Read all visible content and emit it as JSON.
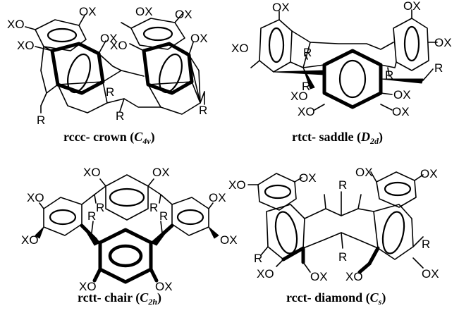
{
  "substituents": {
    "ox": "OX",
    "xo": "XO",
    "r": "R"
  },
  "panels": [
    {
      "name": "rccc- crown",
      "prefix": "rccc- crown (",
      "sym": "C",
      "sub": "4v",
      "suffix": ")"
    },
    {
      "name": "rtct- saddle",
      "prefix": "rtct- saddle (",
      "sym": "D",
      "sub": "2d",
      "suffix": ")"
    },
    {
      "name": "rctt- chair",
      "prefix": "rctt- chair (",
      "sym": "C",
      "sub": "2h",
      "suffix": ")"
    },
    {
      "name": "rcct- diamond",
      "prefix": "rcct- diamond (",
      "sym": "C",
      "sub": "s",
      "suffix": ")"
    }
  ]
}
